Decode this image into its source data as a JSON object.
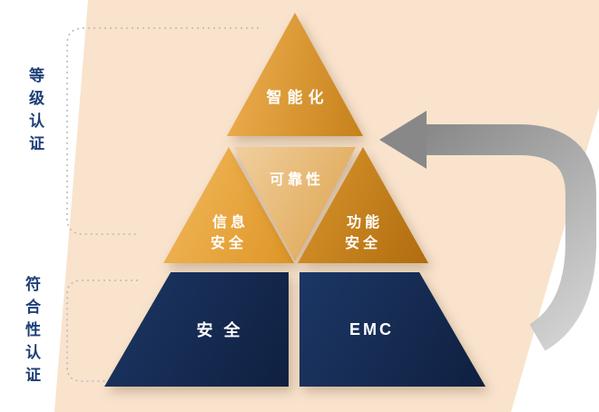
{
  "pyramid": {
    "top": {
      "label": "智能化"
    },
    "middle": {
      "left": {
        "label": "信息\n安全"
      },
      "center": {
        "label": "可靠性"
      },
      "right": {
        "label": "功能\n安全"
      }
    },
    "bottom": {
      "left": {
        "label": "安全"
      },
      "right": {
        "label": "EMC"
      }
    }
  },
  "side_labels": {
    "level_certification": "等级认证",
    "conformity_certification": "符合性认证"
  },
  "colors": {
    "peach_bg": "#f9e3cd",
    "tri_top_from": "#f0b052",
    "tri_top_to": "#c5811a",
    "tri_left_from": "#f2ba5e",
    "tri_left_to": "#de9526",
    "tri_center_from": "#f0cf9e",
    "tri_center_to": "#dda24b",
    "tri_right_from": "#d9962d",
    "tri_right_to": "#b06c0e",
    "trap_from": "#1c3765",
    "trap_to": "#0f2040",
    "label_navy": "#1d3e78",
    "label_white": "#ffffff",
    "arrow_dark": "#888888",
    "arrow_light": "#d5d5d5",
    "bracket_gray": "#b9b9b9"
  }
}
